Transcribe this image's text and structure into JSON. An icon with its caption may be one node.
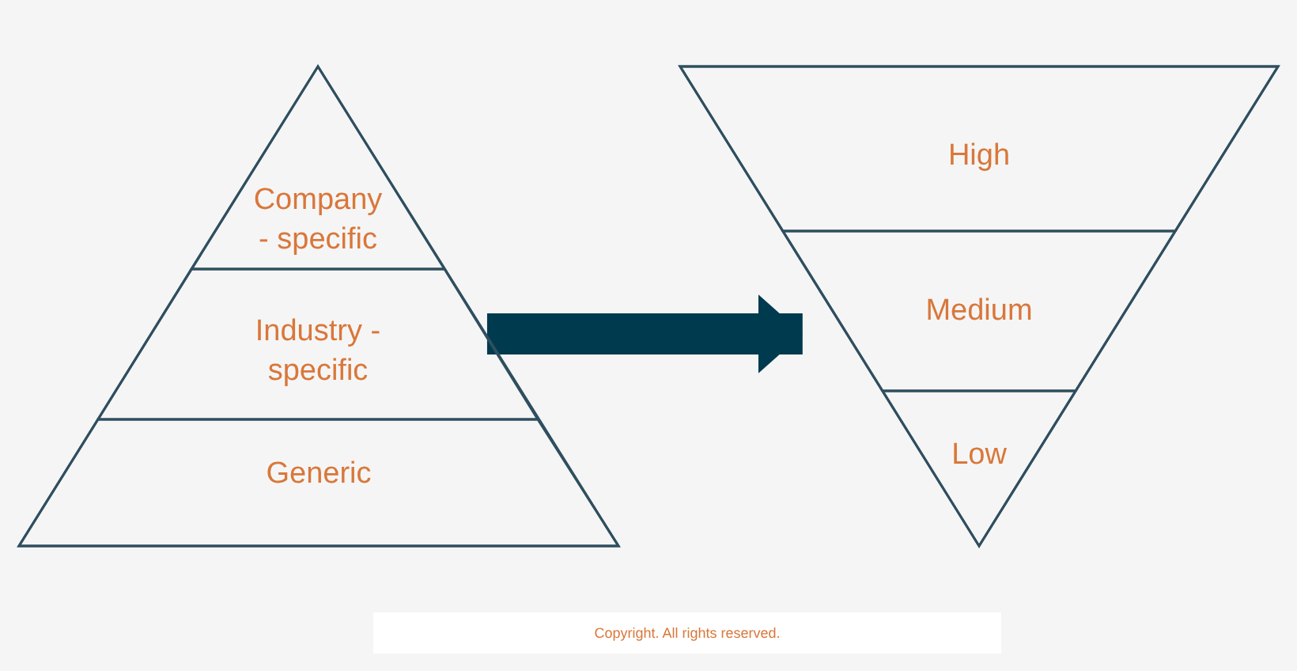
{
  "diagram": {
    "nodes": [
      {
        "text": [],
        "shape": "triangle"
      },
      {
        "text": [
          "Company - specific"
        ],
        "in": 0
      },
      {
        "text": [
          "Industry - specific"
        ],
        "in": 0
      },
      {
        "text": [
          "Generic"
        ],
        "in": 0
      },
      {
        "text": [],
        "shape": "triangle"
      },
      {
        "text": [
          "High"
        ],
        "in": 4
      },
      {
        "text": [
          "Medium"
        ],
        "in": 4
      },
      {
        "text": [
          "Low"
        ],
        "in": 4
      }
    ],
    "edges": [
      {
        "from": 0,
        "to": 4,
        "arrow": "to"
      }
    ],
    "labels": [
      "Copyright. All rights reserved."
    ]
  }
}
